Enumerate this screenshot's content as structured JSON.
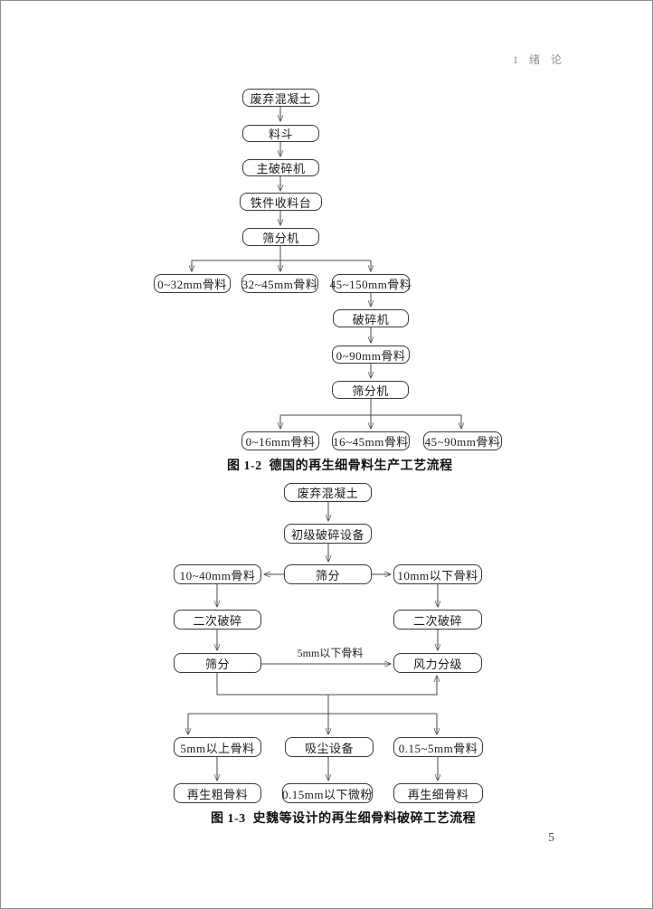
{
  "page": {
    "header": "1  绪  论",
    "page_number": "5"
  },
  "figure1": {
    "caption": "图 1-2  德国的再生细骨料生产工艺流程",
    "type": "flowchart",
    "nodes": [
      {
        "id": "waste-concrete",
        "label": "废弃混凝土"
      },
      {
        "id": "hopper",
        "label": "料斗"
      },
      {
        "id": "main-crusher",
        "label": "主破碎机"
      },
      {
        "id": "iron-collecting-table",
        "label": "铁件收料台"
      },
      {
        "id": "screening-machine",
        "label": "筛分机"
      },
      {
        "id": "aggregate-0-32",
        "label": "0~32mm骨料"
      },
      {
        "id": "aggregate-32-45",
        "label": "32~45mm骨料"
      },
      {
        "id": "aggregate-45-150",
        "label": "45~150mm骨料"
      },
      {
        "id": "crusher",
        "label": "破碎机"
      },
      {
        "id": "aggregate-0-90",
        "label": "0~90mm骨料"
      },
      {
        "id": "screening-machine-2",
        "label": "筛分机"
      },
      {
        "id": "aggregate-0-16",
        "label": "0~16mm骨料"
      },
      {
        "id": "aggregate-16-45",
        "label": "16~45mm骨料"
      },
      {
        "id": "aggregate-45-90",
        "label": "45~90mm骨料"
      }
    ],
    "edges": [
      [
        "waste-concrete",
        "hopper"
      ],
      [
        "hopper",
        "main-crusher"
      ],
      [
        "main-crusher",
        "iron-collecting-table"
      ],
      [
        "iron-collecting-table",
        "screening-machine"
      ],
      [
        "screening-machine",
        "aggregate-0-32"
      ],
      [
        "screening-machine",
        "aggregate-32-45"
      ],
      [
        "screening-machine",
        "aggregate-45-150"
      ],
      [
        "aggregate-45-150",
        "crusher"
      ],
      [
        "crusher",
        "aggregate-0-90"
      ],
      [
        "aggregate-0-90",
        "screening-machine-2"
      ],
      [
        "screening-machine-2",
        "aggregate-0-16"
      ],
      [
        "screening-machine-2",
        "aggregate-16-45"
      ],
      [
        "screening-machine-2",
        "aggregate-45-90"
      ]
    ]
  },
  "figure2": {
    "caption": "图 1-3  史魏等设计的再生细骨料破碎工艺流程",
    "type": "flowchart",
    "edge_label": "5mm以下骨料",
    "nodes": [
      {
        "id": "waste-concrete",
        "label": "废弃混凝土"
      },
      {
        "id": "primary-crushing-equipment",
        "label": "初级破碎设备"
      },
      {
        "id": "screening",
        "label": "筛分"
      },
      {
        "id": "aggregate-10-40",
        "label": "10~40mm骨料"
      },
      {
        "id": "aggregate-under-10",
        "label": "10mm以下骨料"
      },
      {
        "id": "secondary-crushing-left",
        "label": "二次破碎"
      },
      {
        "id": "secondary-crushing-right",
        "label": "二次破碎"
      },
      {
        "id": "screening-2",
        "label": "筛分"
      },
      {
        "id": "air-classification",
        "label": "风力分级"
      },
      {
        "id": "aggregate-over-5",
        "label": "5mm以上骨料"
      },
      {
        "id": "dust-suction-equipment",
        "label": "吸尘设备"
      },
      {
        "id": "aggregate-015-5",
        "label": "0.15~5mm骨料"
      },
      {
        "id": "recycled-coarse-aggregate",
        "label": "再生粗骨料"
      },
      {
        "id": "micropowder-under-015",
        "label": "0.15mm以下微粉"
      },
      {
        "id": "recycled-fine-aggregate",
        "label": "再生细骨料"
      }
    ],
    "edges": [
      [
        "waste-concrete",
        "primary-crushing-equipment"
      ],
      [
        "primary-crushing-equipment",
        "screening"
      ],
      [
        "screening",
        "aggregate-10-40"
      ],
      [
        "screening",
        "aggregate-under-10"
      ],
      [
        "aggregate-10-40",
        "secondary-crushing-left"
      ],
      [
        "aggregate-under-10",
        "secondary-crushing-right"
      ],
      [
        "secondary-crushing-left",
        "screening-2"
      ],
      [
        "secondary-crushing-right",
        "air-classification"
      ],
      [
        "screening-2",
        "air-classification",
        "5mm以下骨料"
      ],
      [
        "screening-2",
        "aggregate-over-5"
      ],
      [
        "screening-2",
        "dust-suction-equipment"
      ],
      [
        "screening-2",
        "aggregate-015-5"
      ],
      [
        "aggregate-over-5",
        "recycled-coarse-aggregate"
      ],
      [
        "dust-suction-equipment",
        "micropowder-under-015"
      ],
      [
        "aggregate-015-5",
        "recycled-fine-aggregate"
      ]
    ]
  },
  "colors": {
    "line": "#4a4a4a",
    "box_border": "#3a3a3a",
    "text": "#1c1c1c",
    "header_text": "#8f8f8f",
    "page_border": "#8f8f8f",
    "background": "#ffffff"
  }
}
